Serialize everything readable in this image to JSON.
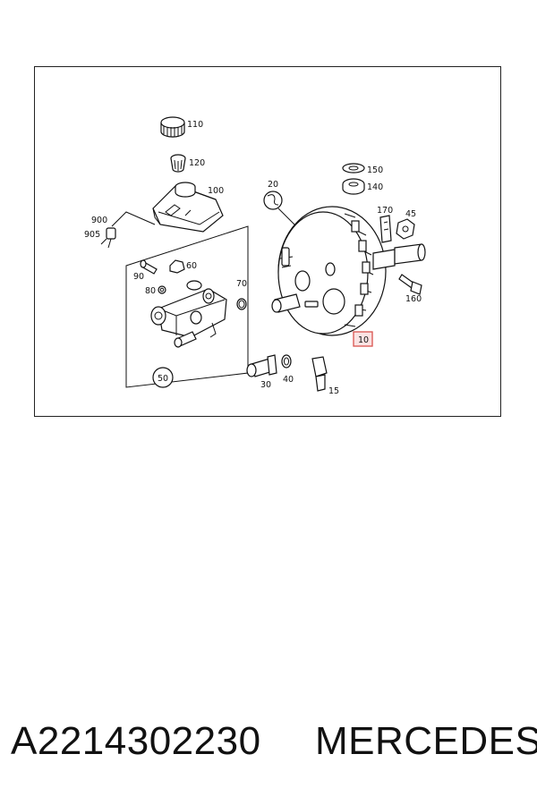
{
  "diagram": {
    "callouts": {
      "c110": "110",
      "c120": "120",
      "c100": "100",
      "c900": "900",
      "c905": "905",
      "c20": "20",
      "c150": "150",
      "c140": "140",
      "c170": "170",
      "c45": "45",
      "c160": "160",
      "c10": "10",
      "c90": "90",
      "c60": "60",
      "c80": "80",
      "c70": "70",
      "c50": "50",
      "c30": "30",
      "c40": "40",
      "c15": "15"
    },
    "highlight_color": "#d9534f"
  },
  "footer": {
    "part_number": "A2214302230",
    "brand": "MERCEDES"
  }
}
